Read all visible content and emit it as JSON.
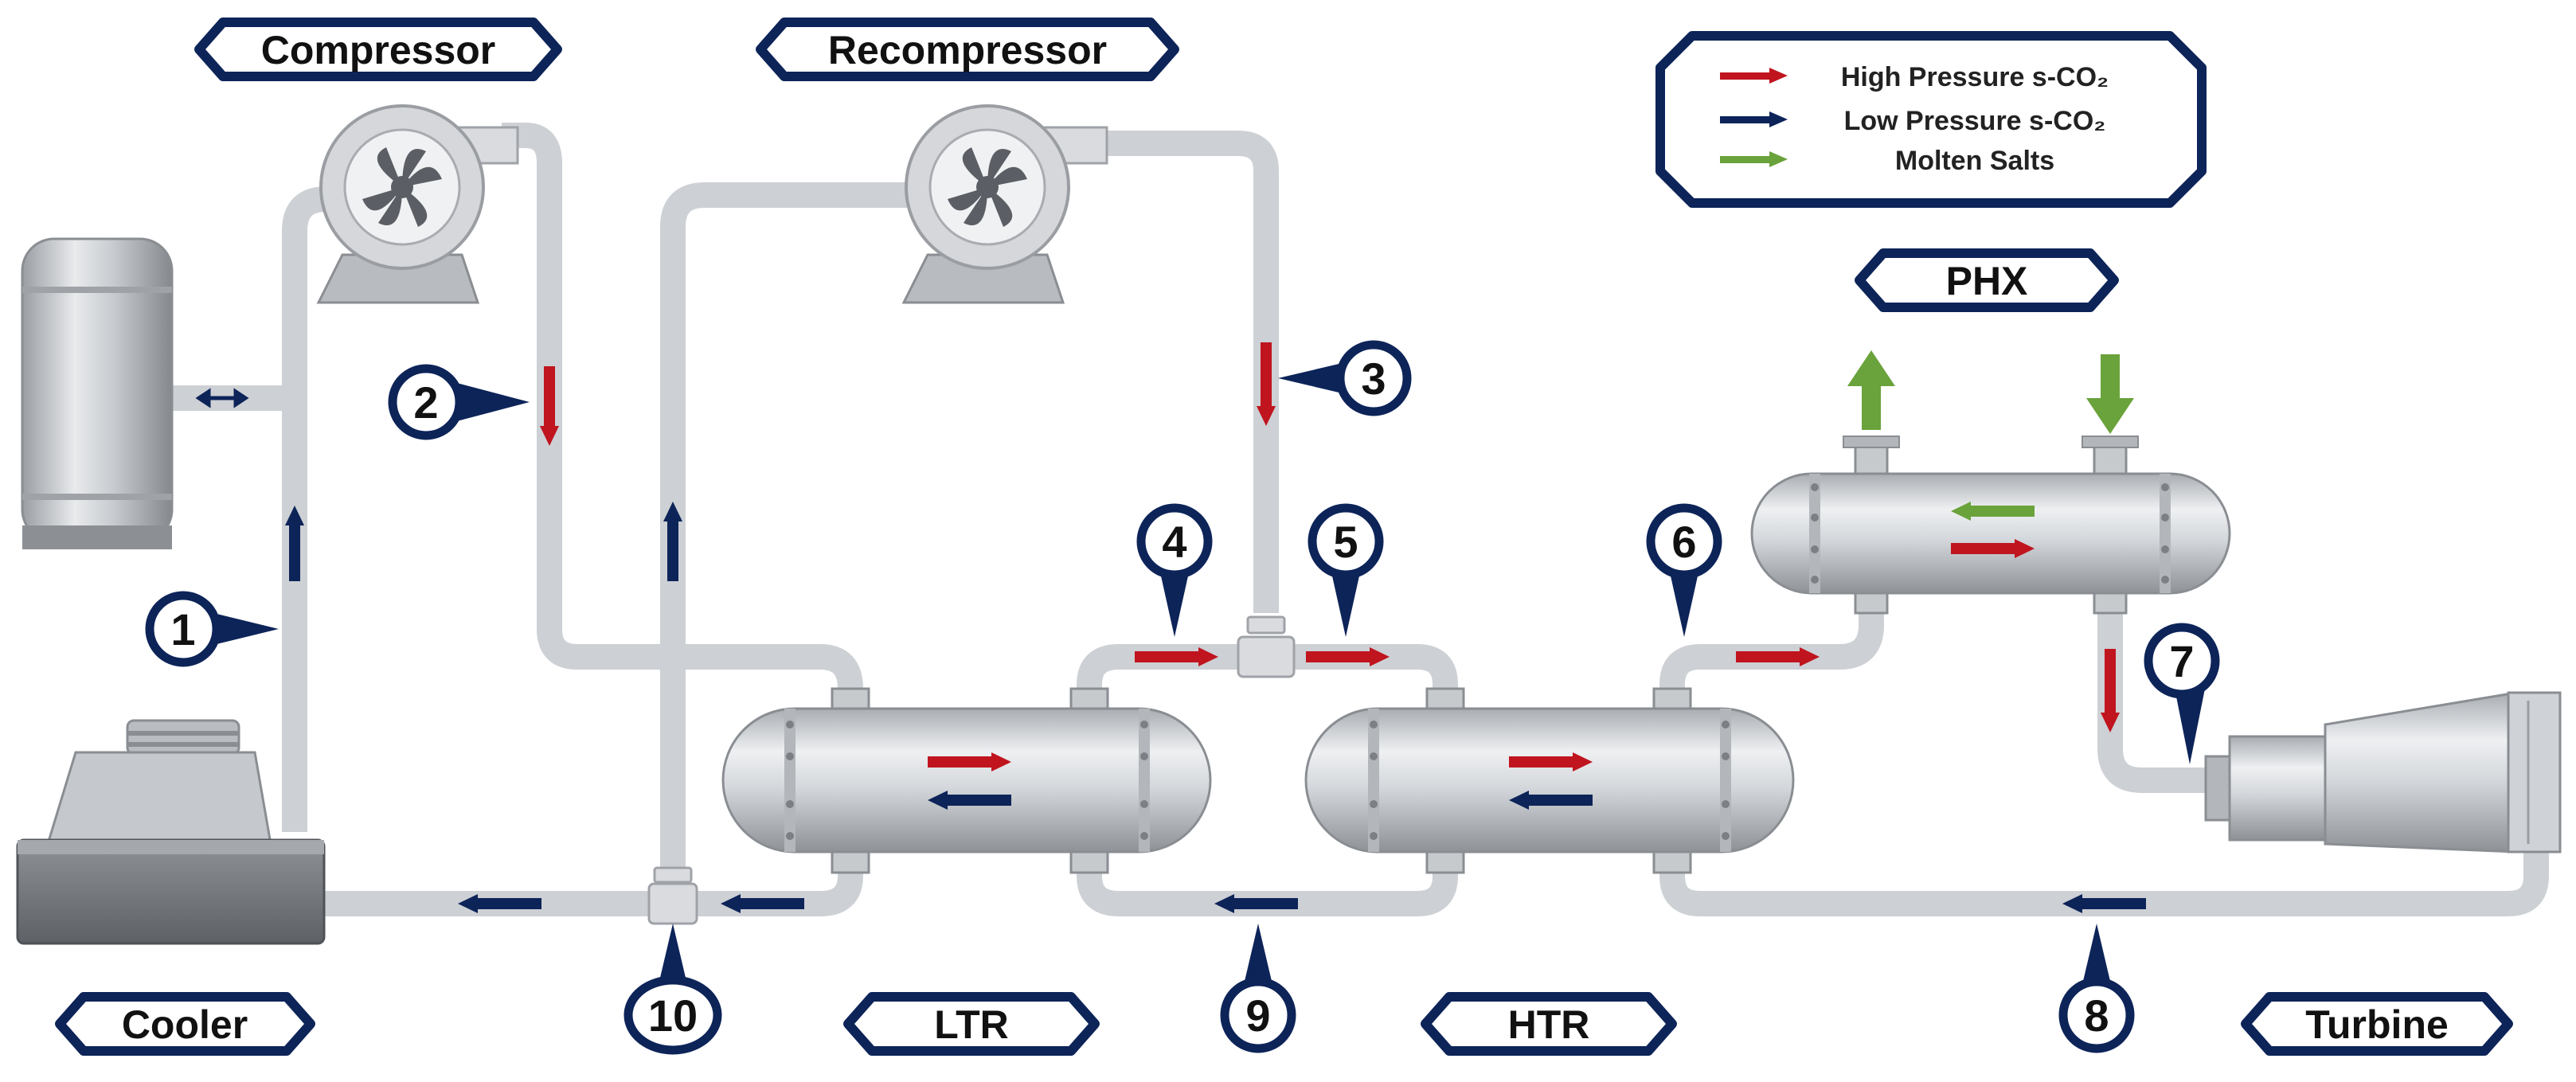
{
  "colors": {
    "navy": "#0d2459",
    "high_pressure": "#c0141e",
    "low_pressure": "#0d2459",
    "molten_salts": "#6aa23b",
    "pipe": "#cfd2d6"
  },
  "labels": {
    "compressor": "Compressor",
    "recompressor": "Recompressor",
    "phx": "PHX",
    "cooler": "Cooler",
    "ltr": "LTR",
    "htr": "HTR",
    "turbine": "Turbine"
  },
  "legend": {
    "items": [
      {
        "label": "High Pressure s-CO₂",
        "color": "#c0141e"
      },
      {
        "label": "Low Pressure s-CO₂",
        "color": "#0d2459"
      },
      {
        "label": "Molten Salts",
        "color": "#6aa23b"
      }
    ]
  },
  "state_points": [
    "1",
    "2",
    "3",
    "4",
    "5",
    "6",
    "7",
    "8",
    "9",
    "10"
  ],
  "icons": [
    "fan-icon",
    "compressor-icon",
    "heat-exchanger-icon",
    "turbine-icon",
    "tank-icon",
    "cooler-icon"
  ]
}
